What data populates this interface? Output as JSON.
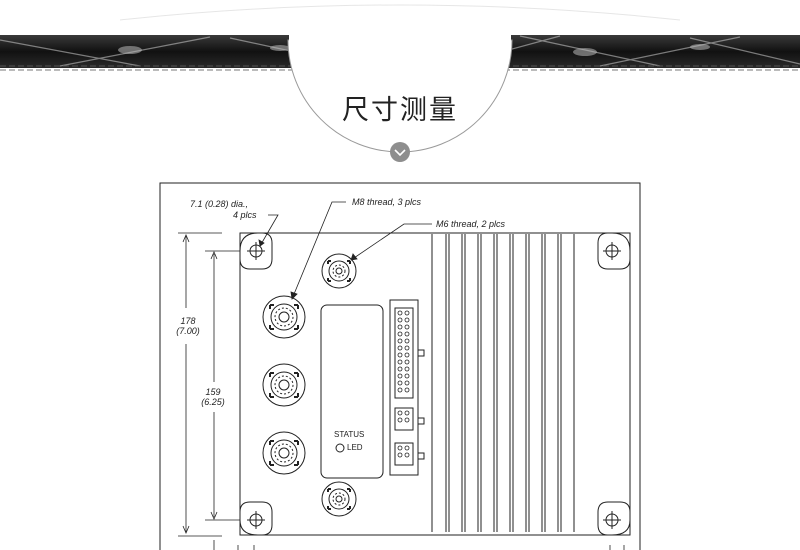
{
  "section_title": "尺寸测量",
  "labels": {
    "hole_dia_line1": "7.1 (0.28) dia.,",
    "hole_dia_line2": "4 plcs",
    "m8_thread": "M8 thread, 3 plcs",
    "m6_thread": "M6 thread, 2 plcs",
    "outer_height_mm": "178",
    "outer_height_in": "(7.00)",
    "inner_height_mm": "159",
    "inner_height_in": "(6.25)",
    "status_line1": "STATUS",
    "status_line2": "LED"
  },
  "colors": {
    "line": "#222222",
    "banner_dark": "#1b1b1b",
    "circle_outline": "#9a9a9a",
    "badge": "#8e8e8e"
  },
  "icons": [
    "chevron-down-icon",
    "mounting-hole-icon",
    "terminal-post-icon"
  ]
}
